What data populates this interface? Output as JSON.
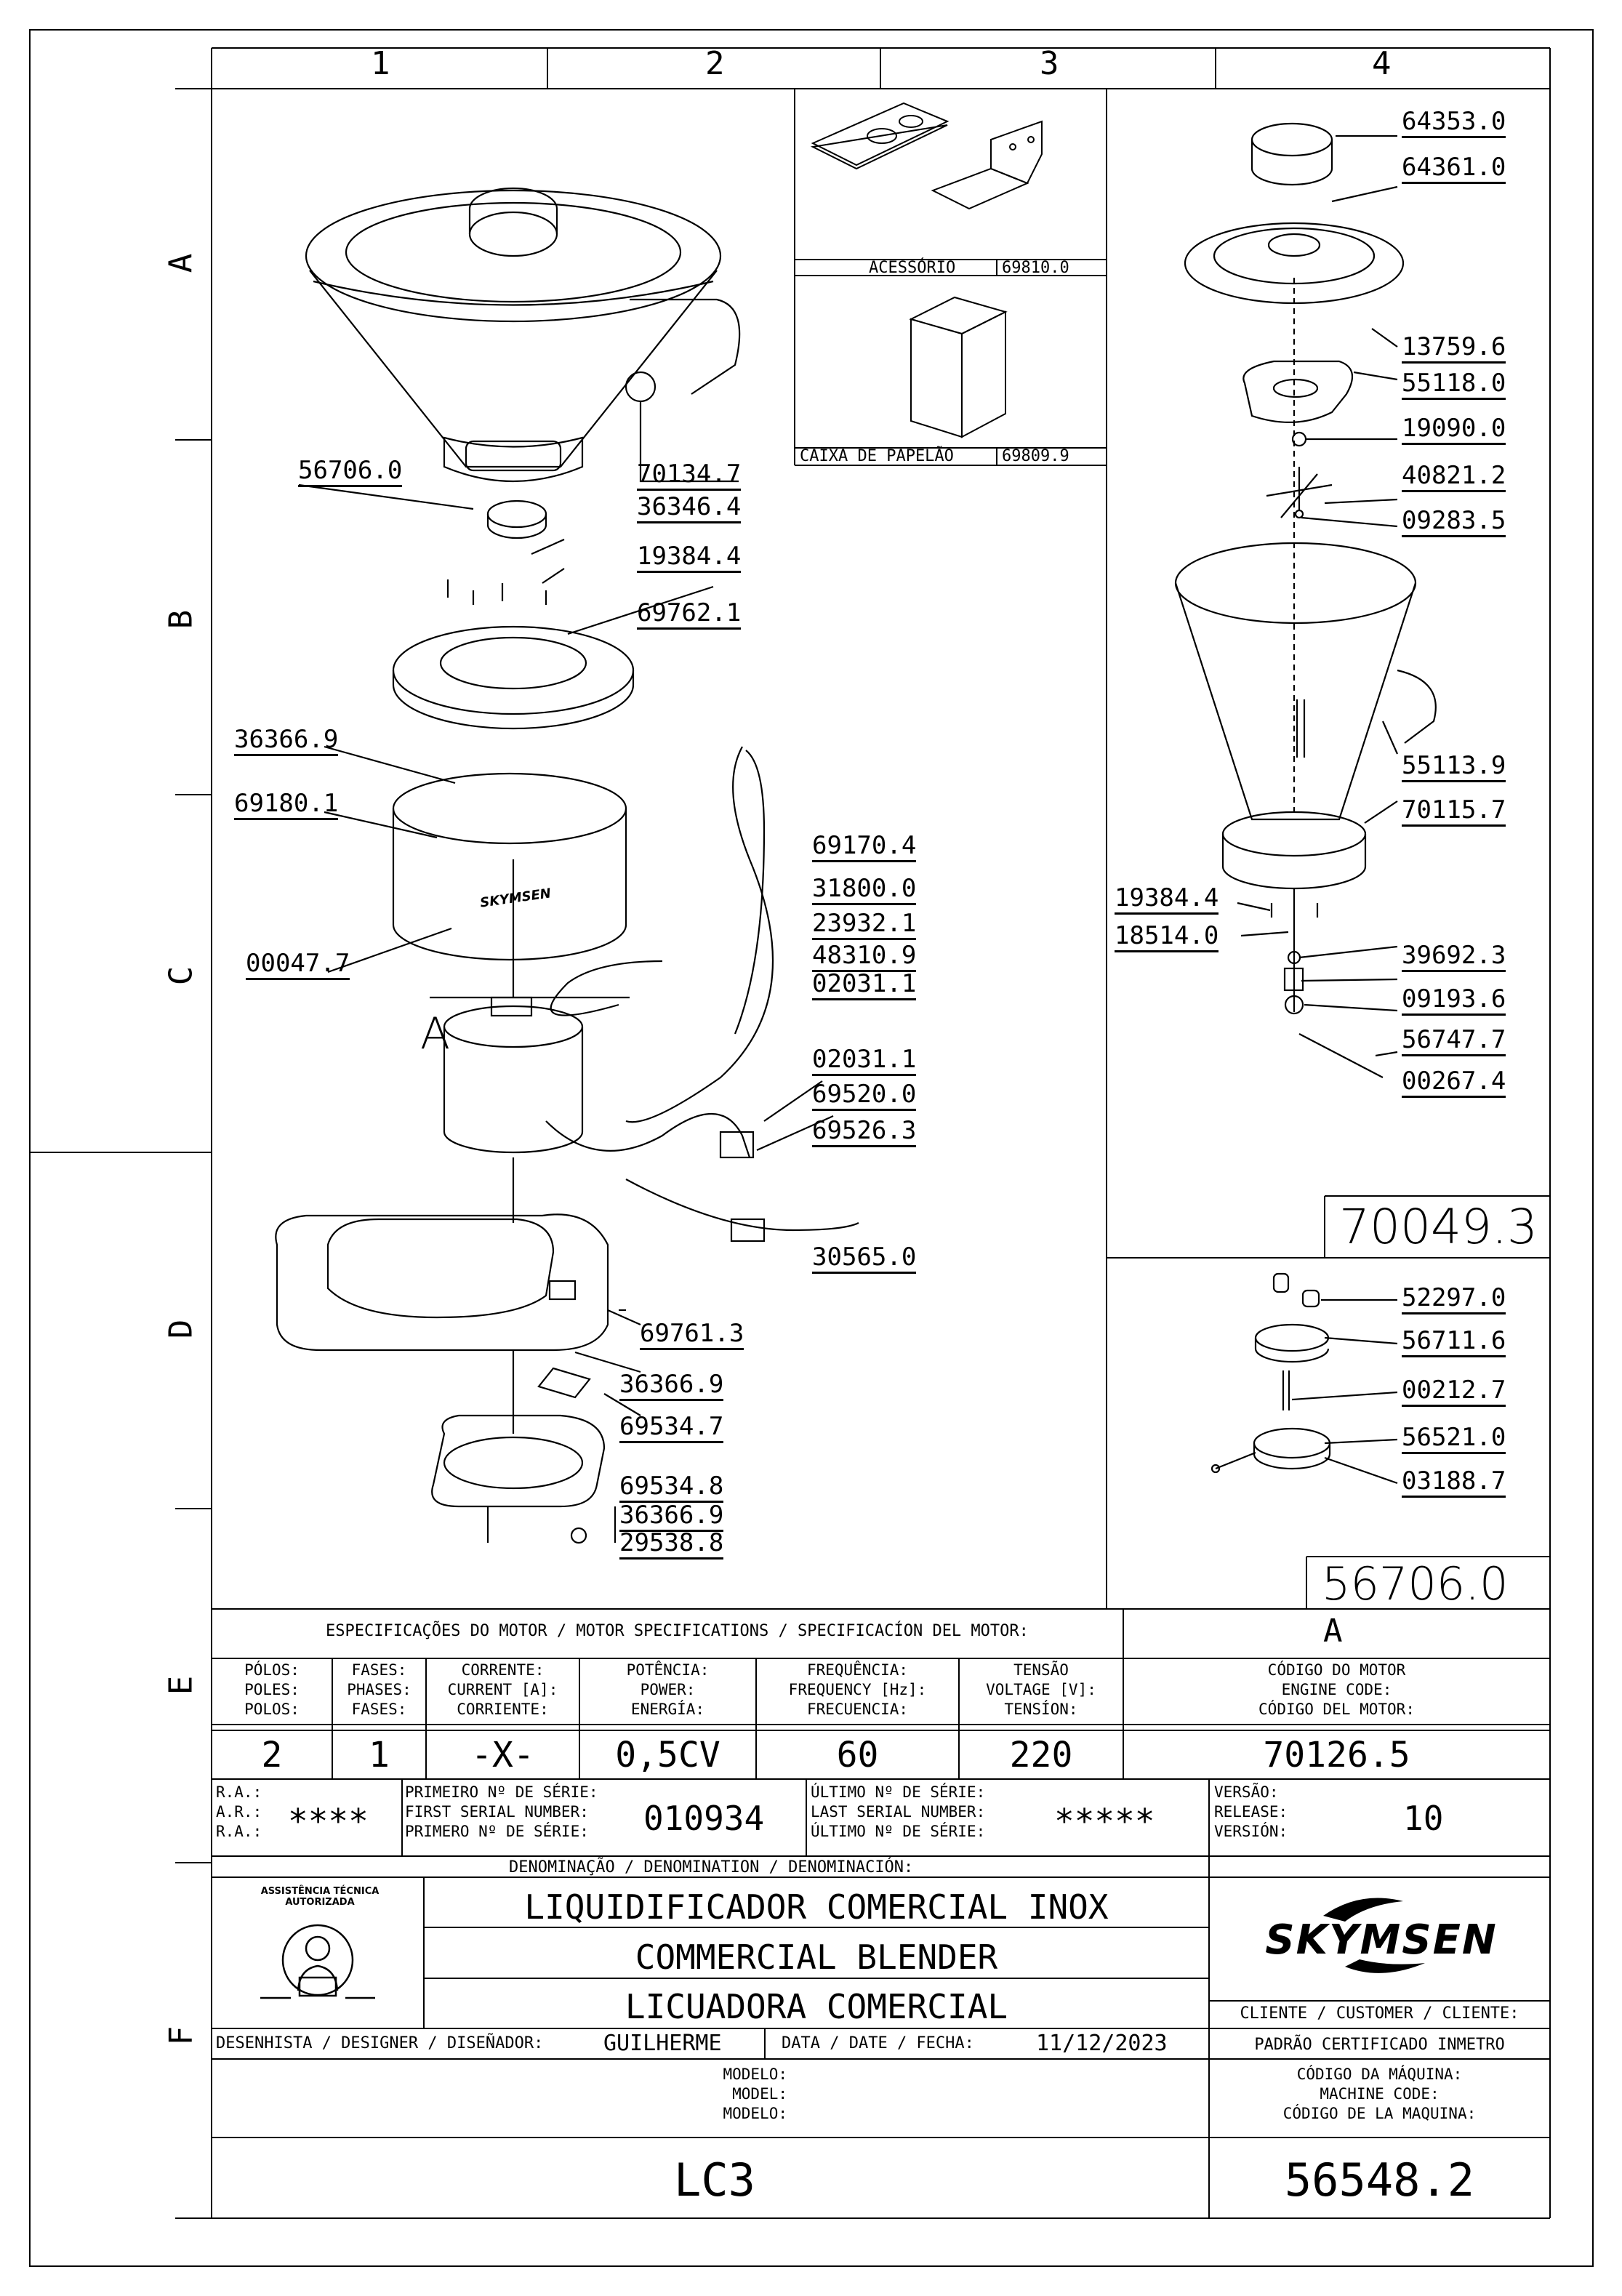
{
  "grid": {
    "columns": [
      "1",
      "2",
      "3",
      "4"
    ],
    "rows": [
      "A",
      "B",
      "C",
      "D",
      "E",
      "F"
    ]
  },
  "accessories": {
    "acessorio_label": "ACESSÓRIO",
    "acessorio_code": "69810.0",
    "caixa_label": "CAIXA DE PAPELÃO",
    "caixa_code": "69809.9"
  },
  "part_labels_left": {
    "p70134_7": "70134.7",
    "p56706_0": "56706.0",
    "p36346_4": "36346.4",
    "p19384_4": "19384.4",
    "p69762_1": "69762.1",
    "p36366_9a": "36366.9",
    "p69180_1": "69180.1",
    "p00047_7": "00047.7",
    "callout_a": "A",
    "p69170_4": "69170.4",
    "p31800_0": "31800.0",
    "p23932_1": "23932.1",
    "p48310_9": "48310.9",
    "p02031_1a": "02031.1",
    "p02031_1b": "02031.1",
    "p69520_0": "69520.0",
    "p69526_3": "69526.3",
    "p30565_0": "30565.0",
    "p69761_3": "69761.3",
    "p36366_9b": "36366.9",
    "p69534_7": "69534.7",
    "p69534_8": "69534.8",
    "p36366_9c": "36366.9",
    "p29538_8": "29538.8",
    "brand_on_body": "SKYMSEN"
  },
  "part_labels_right": {
    "p64353_0": "64353.0",
    "p64361_0": "64361.0",
    "p13759_6": "13759.6",
    "p55118_0": "55118.0",
    "p19090_0": "19090.0",
    "p40821_2": "40821.2",
    "p09283_5": "09283.5",
    "p55113_9": "55113.9",
    "p70115_7": "70115.7",
    "p19384_4": "19384.4",
    "p18514_0": "18514.0",
    "p39692_3": "39692.3",
    "p09193_6": "09193.6",
    "p56747_7": "56747.7",
    "p00267_4": "00267.4",
    "assembly_box": "70049.3",
    "p52297_0": "52297.0",
    "p56711_6": "56711.6",
    "p00212_7": "00212.7",
    "p56521_0": "56521.0",
    "p03188_7": "03188.7",
    "assembly_box2": "56706.0"
  },
  "motor_spec": {
    "title": "ESPECIFICAÇÕES DO MOTOR / MOTOR SPECIFICATIONS / SPECIFICACÍON DEL MOTOR:",
    "motor_ref": "A",
    "h_polos": "PÓLOS:\nPOLES:\nPOLOS:",
    "h_fases": "FASES:\nPHASES:\nFASES:",
    "h_corrente": "CORRENTE:\nCURRENT [A]:\nCORRIENTE:",
    "h_potencia": "POTÊNCIA:\nPOWER:\nENERGÍA:",
    "h_frequencia": "FREQUÊNCIA:\nFREQUENCY [Hz]:\nFRECUENCIA:",
    "h_tensao": "TENSÃO\nVOLTAGE [V]:\nTENSÍON:",
    "h_codigo": "CÓDIGO DO MOTOR\nENGINE CODE:\nCÓDIGO DEL MOTOR:",
    "v_polos": "2",
    "v_fases": "1",
    "v_corrente": "-X-",
    "v_potencia": "0,5CV",
    "v_frequencia": "60",
    "v_tensao": "220",
    "v_codigo": "70126.5"
  },
  "serial": {
    "ra_label": "R.A.:\nA.R.:\nR.A.:",
    "ra_value": "****",
    "first_label": "PRIMEIRO Nº DE SÉRIE:\nFIRST SERIAL NUMBER:\nPRIMERO Nº DE SÉRIE:",
    "first_value": "010934",
    "last_label": "ÚLTIMO Nº DE SÉRIE:\nLAST SERIAL NUMBER:\nÚLTIMO Nº DE SÉRIE:",
    "last_value": "*****",
    "version_label": "VERSÃO:\nRELEASE:\nVERSIÓN:",
    "version_value": "10"
  },
  "denomination": {
    "label": "DENOMINAÇÃO / DENOMINATION / DENOMINACIÓN:",
    "pt": "LIQUIDIFICADOR COMERCIAL INOX",
    "en": "COMMERCIAL BLENDER",
    "es": "LICUADORA COMERCIAL",
    "seal_text": "ASSISTÊNCIA TÉCNICA AUTORIZADA",
    "brand": "SKYMSEN",
    "client_label": "CLIENTE / CUSTOMER / CLIENTE:",
    "client_value": "PADRÃO CERTIFICADO INMETRO"
  },
  "designer": {
    "label": "DESENHISTA / DESIGNER / DISEÑADOR:",
    "value": "GUILHERME",
    "date_label": "DATA / DATE / FECHA:",
    "date_value": "11/12/2023"
  },
  "model": {
    "label": "MODELO:\nMODEL:\nMODELO:",
    "value": "LC3",
    "code_label": "CÓDIGO DA MÁQUINA:\nMACHINE CODE:\nCÓDIGO DE LA MAQUINA:",
    "code_value": "56548.2"
  }
}
